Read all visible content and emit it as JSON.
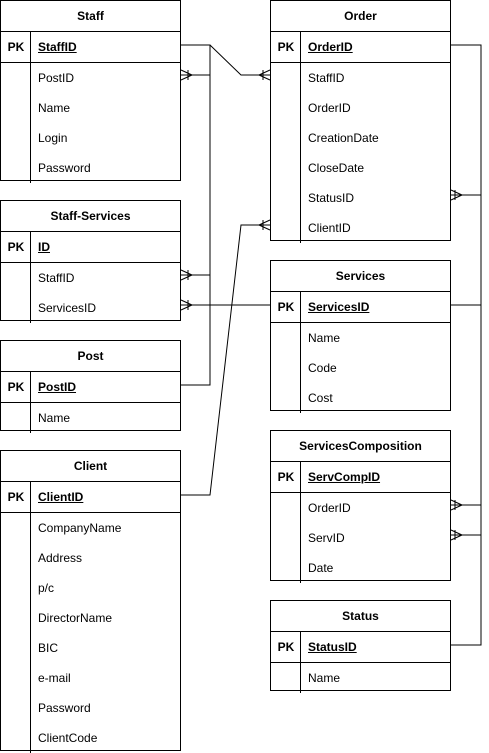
{
  "tables": {
    "staff": {
      "title": "Staff",
      "pk_label": "PK",
      "pk": "StaffID",
      "fields": [
        "PostID",
        "Name",
        "Login",
        "Password"
      ]
    },
    "staff_services": {
      "title": "Staff-Services",
      "pk_label": "PK",
      "pk": "ID",
      "fields": [
        "StaffID",
        "ServicesID"
      ]
    },
    "post": {
      "title": "Post",
      "pk_label": "PK",
      "pk": "PostID",
      "fields": [
        "Name"
      ]
    },
    "client": {
      "title": "Client",
      "pk_label": "PK",
      "pk": "ClientID",
      "fields": [
        "CompanyName",
        "Address",
        "p/c",
        "DirectorName",
        "BIC",
        "e-mail",
        "Password",
        "ClientCode"
      ]
    },
    "order": {
      "title": "Order",
      "pk_label": "PK",
      "pk": "OrderID",
      "fields": [
        "StaffID",
        "OrderID",
        "CreationDate",
        "CloseDate",
        "StatusID",
        "ClientID"
      ]
    },
    "services": {
      "title": "Services",
      "pk_label": "PK",
      "pk": "ServicesID",
      "fields": [
        "Name",
        "Code",
        "Cost"
      ]
    },
    "services_composition": {
      "title": "ServicesComposition",
      "pk_label": "PK",
      "pk": "ServCompID",
      "fields": [
        "OrderID",
        "ServID",
        "Date"
      ]
    },
    "status": {
      "title": "Status",
      "pk_label": "PK",
      "pk": "StatusID",
      "fields": [
        "Name"
      ]
    }
  },
  "colors": {
    "stroke": "#000000",
    "background": "#ffffff"
  }
}
